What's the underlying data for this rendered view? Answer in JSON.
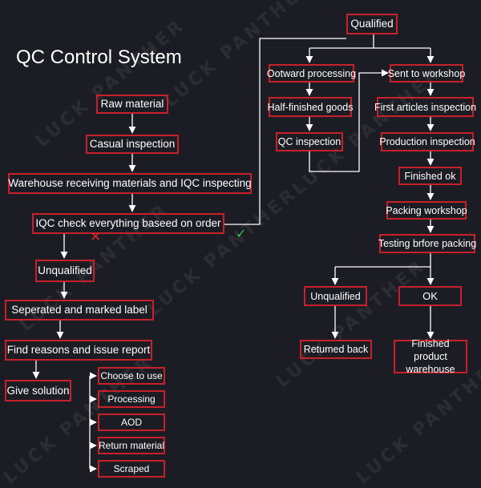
{
  "watermark": "LUCK PANTHER",
  "title": "QC Control System",
  "nodes": {
    "raw_material": "Raw material",
    "casual_inspection": "Casual inspection",
    "warehouse_receiving": "Warehouse receiving materials and IQC inspecting",
    "iqc_check": "IQC  check everything baseed on order",
    "unqualified_left": "Unqualified",
    "seperated": "Seperated and marked label",
    "find_reasons": "Find reasons and issue report",
    "give_solution": "Give solution",
    "choose_to_use": "Choose to use",
    "processing": "Processing",
    "aod": "AOD",
    "return_material": "Return material",
    "scraped": "Scraped",
    "qualified": "Qualified",
    "outward_processing": "Ootward processing",
    "half_finished": "Half-finished goods",
    "qc_inspection": "QC inspection",
    "sent_to_workshop": "Sent to workshop",
    "first_articles": "First articles inspection",
    "production_inspection": "Production inspection",
    "finished_ok": "Finished ok",
    "packing_workshop": "Packing workshop",
    "testing_before_packing": "Testing brfore packing",
    "unqualified_right": "Unqualified",
    "ok": "OK",
    "returned_back": "Retumed back",
    "finished_product_warehouse": "Finished product warehouse"
  },
  "marks": {
    "fail": "✕",
    "pass": "✓"
  },
  "colors": {
    "background": "#1c1d24",
    "box_border": "#c8202a",
    "line": "#ffffff",
    "fail": "#d22a2a",
    "pass": "#33c14a"
  }
}
